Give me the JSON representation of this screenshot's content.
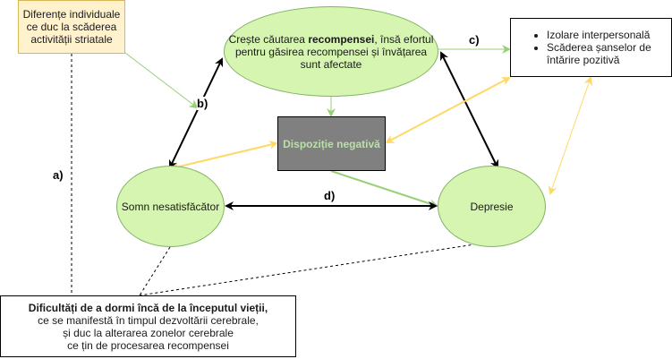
{
  "colors": {
    "yellow_fill": "#fff2cc",
    "yellow_stroke": "#d6b656",
    "green_fill": "#d5f5b0",
    "green_stroke": "#82b366",
    "green_arrow": "#97d077",
    "yellow_arrow": "#ffd966",
    "mood_fill": "#808080",
    "mood_text": "#b9e0a5",
    "black": "#000000"
  },
  "nodes": {
    "individual_differences": "Diferențe individuale ce duc la scăderea activității striatale",
    "reward_seeking": {
      "part1": "Crește căutarea ",
      "bold": "recompensei",
      "part2": ", însă efortul pentru găsirea recompensei și învățarea sunt afectate"
    },
    "outcomes": {
      "items": [
        "Izolare interpersonală",
        "Scăderea șanselor de întărire pozitivă"
      ]
    },
    "negative_mood": "Dispoziție negativă",
    "poor_sleep": "Somn nesatisfăcător",
    "depression": "Depresie",
    "early_sleep_difficulties": {
      "line1": "Dificultăți de a dormi încă de la începutul vieții,",
      "line2": "ce se manifestă în timpul dezvoltării cerebrale,",
      "line3": "și duc la alterarea zonelor cerebrale",
      "line4": "ce țin de procesarea recompensei"
    }
  },
  "edge_labels": {
    "a": "a)",
    "b": "b)",
    "c": "c)",
    "d": "d)"
  }
}
